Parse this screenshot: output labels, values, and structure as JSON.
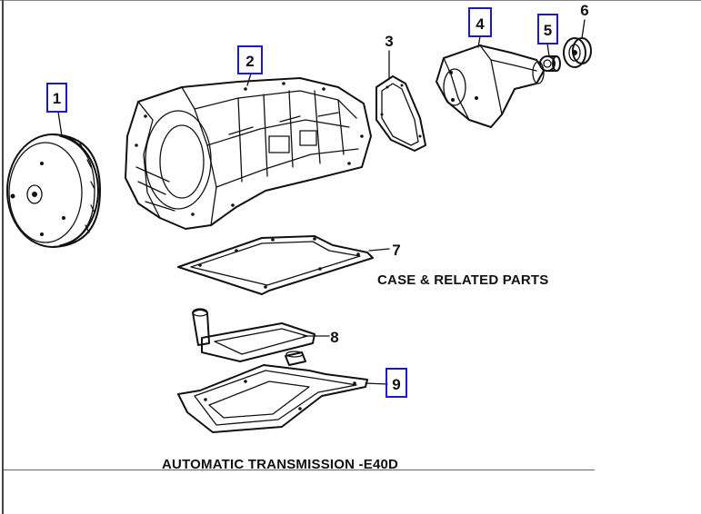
{
  "callouts": [
    {
      "id": "1",
      "highlighted": true
    },
    {
      "id": "2",
      "highlighted": true
    },
    {
      "id": "3",
      "highlighted": false
    },
    {
      "id": "4",
      "highlighted": true
    },
    {
      "id": "5",
      "highlighted": true
    },
    {
      "id": "6",
      "highlighted": false
    },
    {
      "id": "7",
      "highlighted": false
    },
    {
      "id": "8",
      "highlighted": false
    },
    {
      "id": "9",
      "highlighted": true
    }
  ],
  "captions": {
    "group": "CASE & RELATED PARTS",
    "title": "AUTOMATIC TRANSMISSION -E40D"
  },
  "colors": {
    "highlight_box": "#1a1acc",
    "line_art": "#111111",
    "background": "#ffffff"
  }
}
